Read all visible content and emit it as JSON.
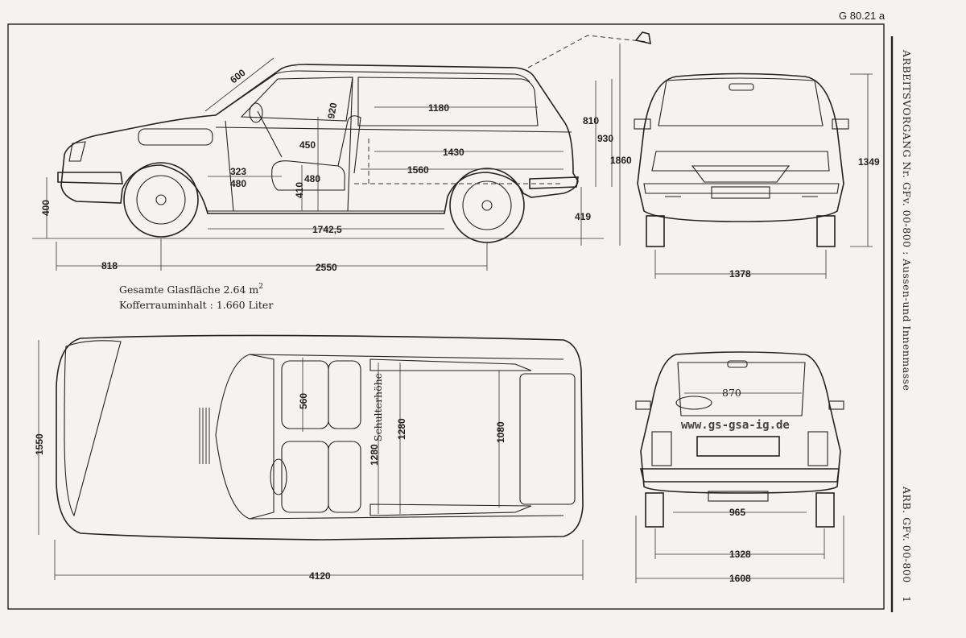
{
  "page_ref": "G  80.21 a",
  "side_header": "ARBEITSVORGANG Nr. GFv. 00-800 : Aussen-und Innenmasse",
  "side_footer": "ARB. GFv. 00-800",
  "page_number": "1",
  "notes": {
    "glass_area_label": "Gesamte Glasfläche 2.64 m",
    "glass_area_sup": "2",
    "trunk_label": "Kofferrauminhalt :  1.660 Liter"
  },
  "watermark": "www.gs-gsa-ig.de",
  "dimensions": {
    "side": {
      "windshield": "600",
      "seat_height": "920",
      "rear_length_top": "1180",
      "seat_angle": "450",
      "rear_length_mid": "1430",
      "seat_depth_323": "323",
      "seat_depth_480": "480",
      "seat_480b": "480",
      "seat_410": "410",
      "rear_length_low": "1560",
      "ground_400": "400",
      "wheel_span": "1742,5",
      "overhang_front": "818",
      "wheelbase": "2550",
      "cargo_810": "810",
      "cargo_930": "930",
      "open_height": "1860",
      "bumper_419": "419"
    },
    "front": {
      "height": "1349",
      "track": "1378"
    },
    "top": {
      "width": "1550",
      "seat_560": "560",
      "shoulder_label": "Schulterhöhe",
      "shoulder_1280": "1280",
      "inner_1280": "1280",
      "cargo_1080": "1080",
      "length": "4120"
    },
    "rear": {
      "opening": "870",
      "sill": "965",
      "track": "1328",
      "width": "1608"
    }
  }
}
